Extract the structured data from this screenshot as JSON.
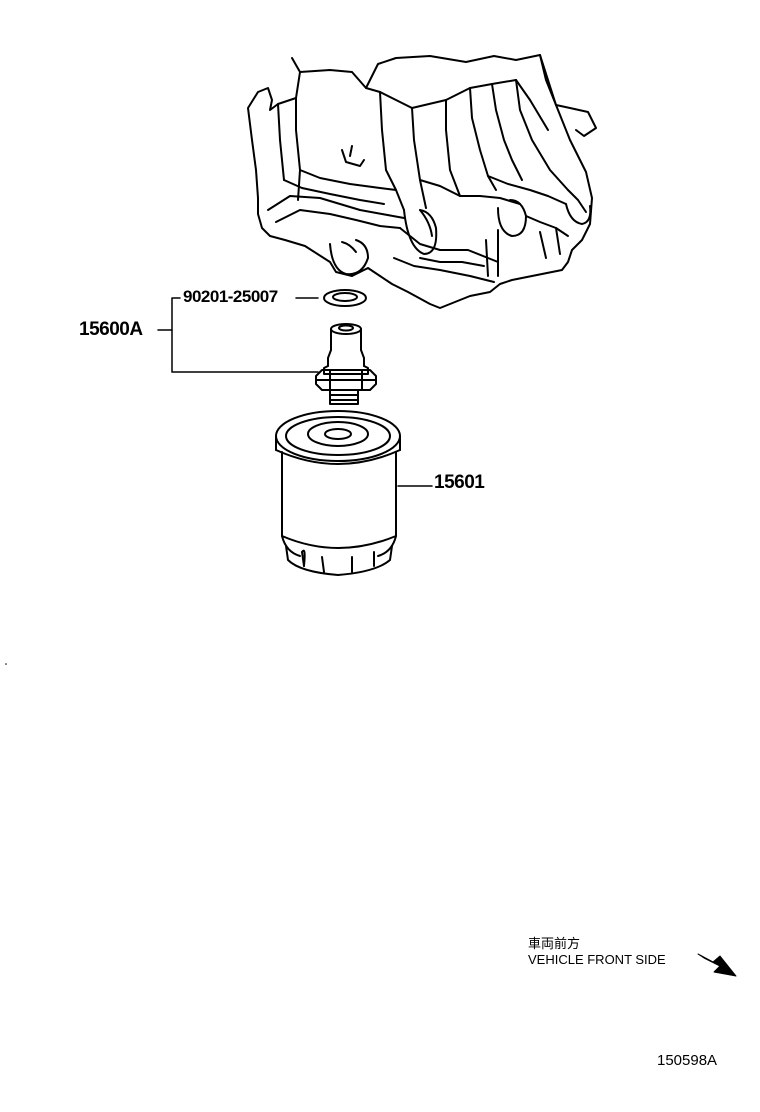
{
  "diagram": {
    "parts": {
      "assembly": "15600A",
      "gasket": "90201-25007",
      "filter": "15601"
    },
    "direction_note": {
      "japanese": "車両前方",
      "english": "VEHICLE FRONT SIDE"
    },
    "figure_code": "150598A"
  }
}
